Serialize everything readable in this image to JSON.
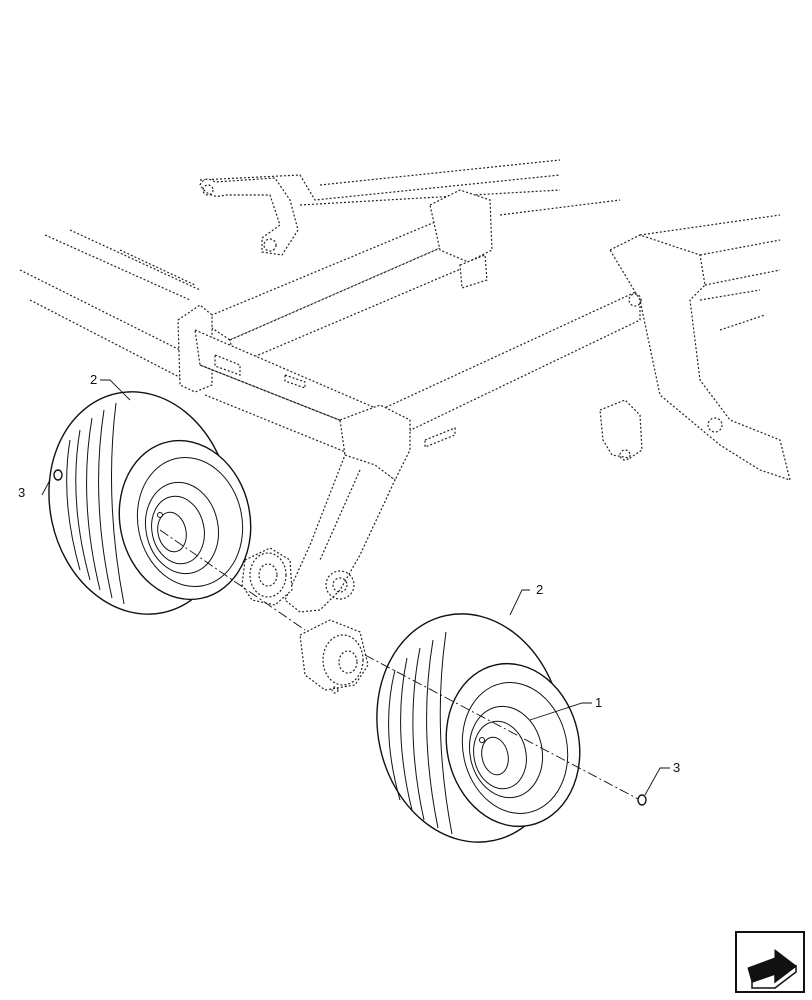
{
  "callouts": [
    {
      "id": "c1",
      "label": "1"
    },
    {
      "id": "c2a",
      "label": "2"
    },
    {
      "id": "c2b",
      "label": "2"
    },
    {
      "id": "c3a",
      "label": "3"
    },
    {
      "id": "c3b",
      "label": "3"
    }
  ],
  "icons": {
    "corner": "next-page-arrow-icon"
  }
}
